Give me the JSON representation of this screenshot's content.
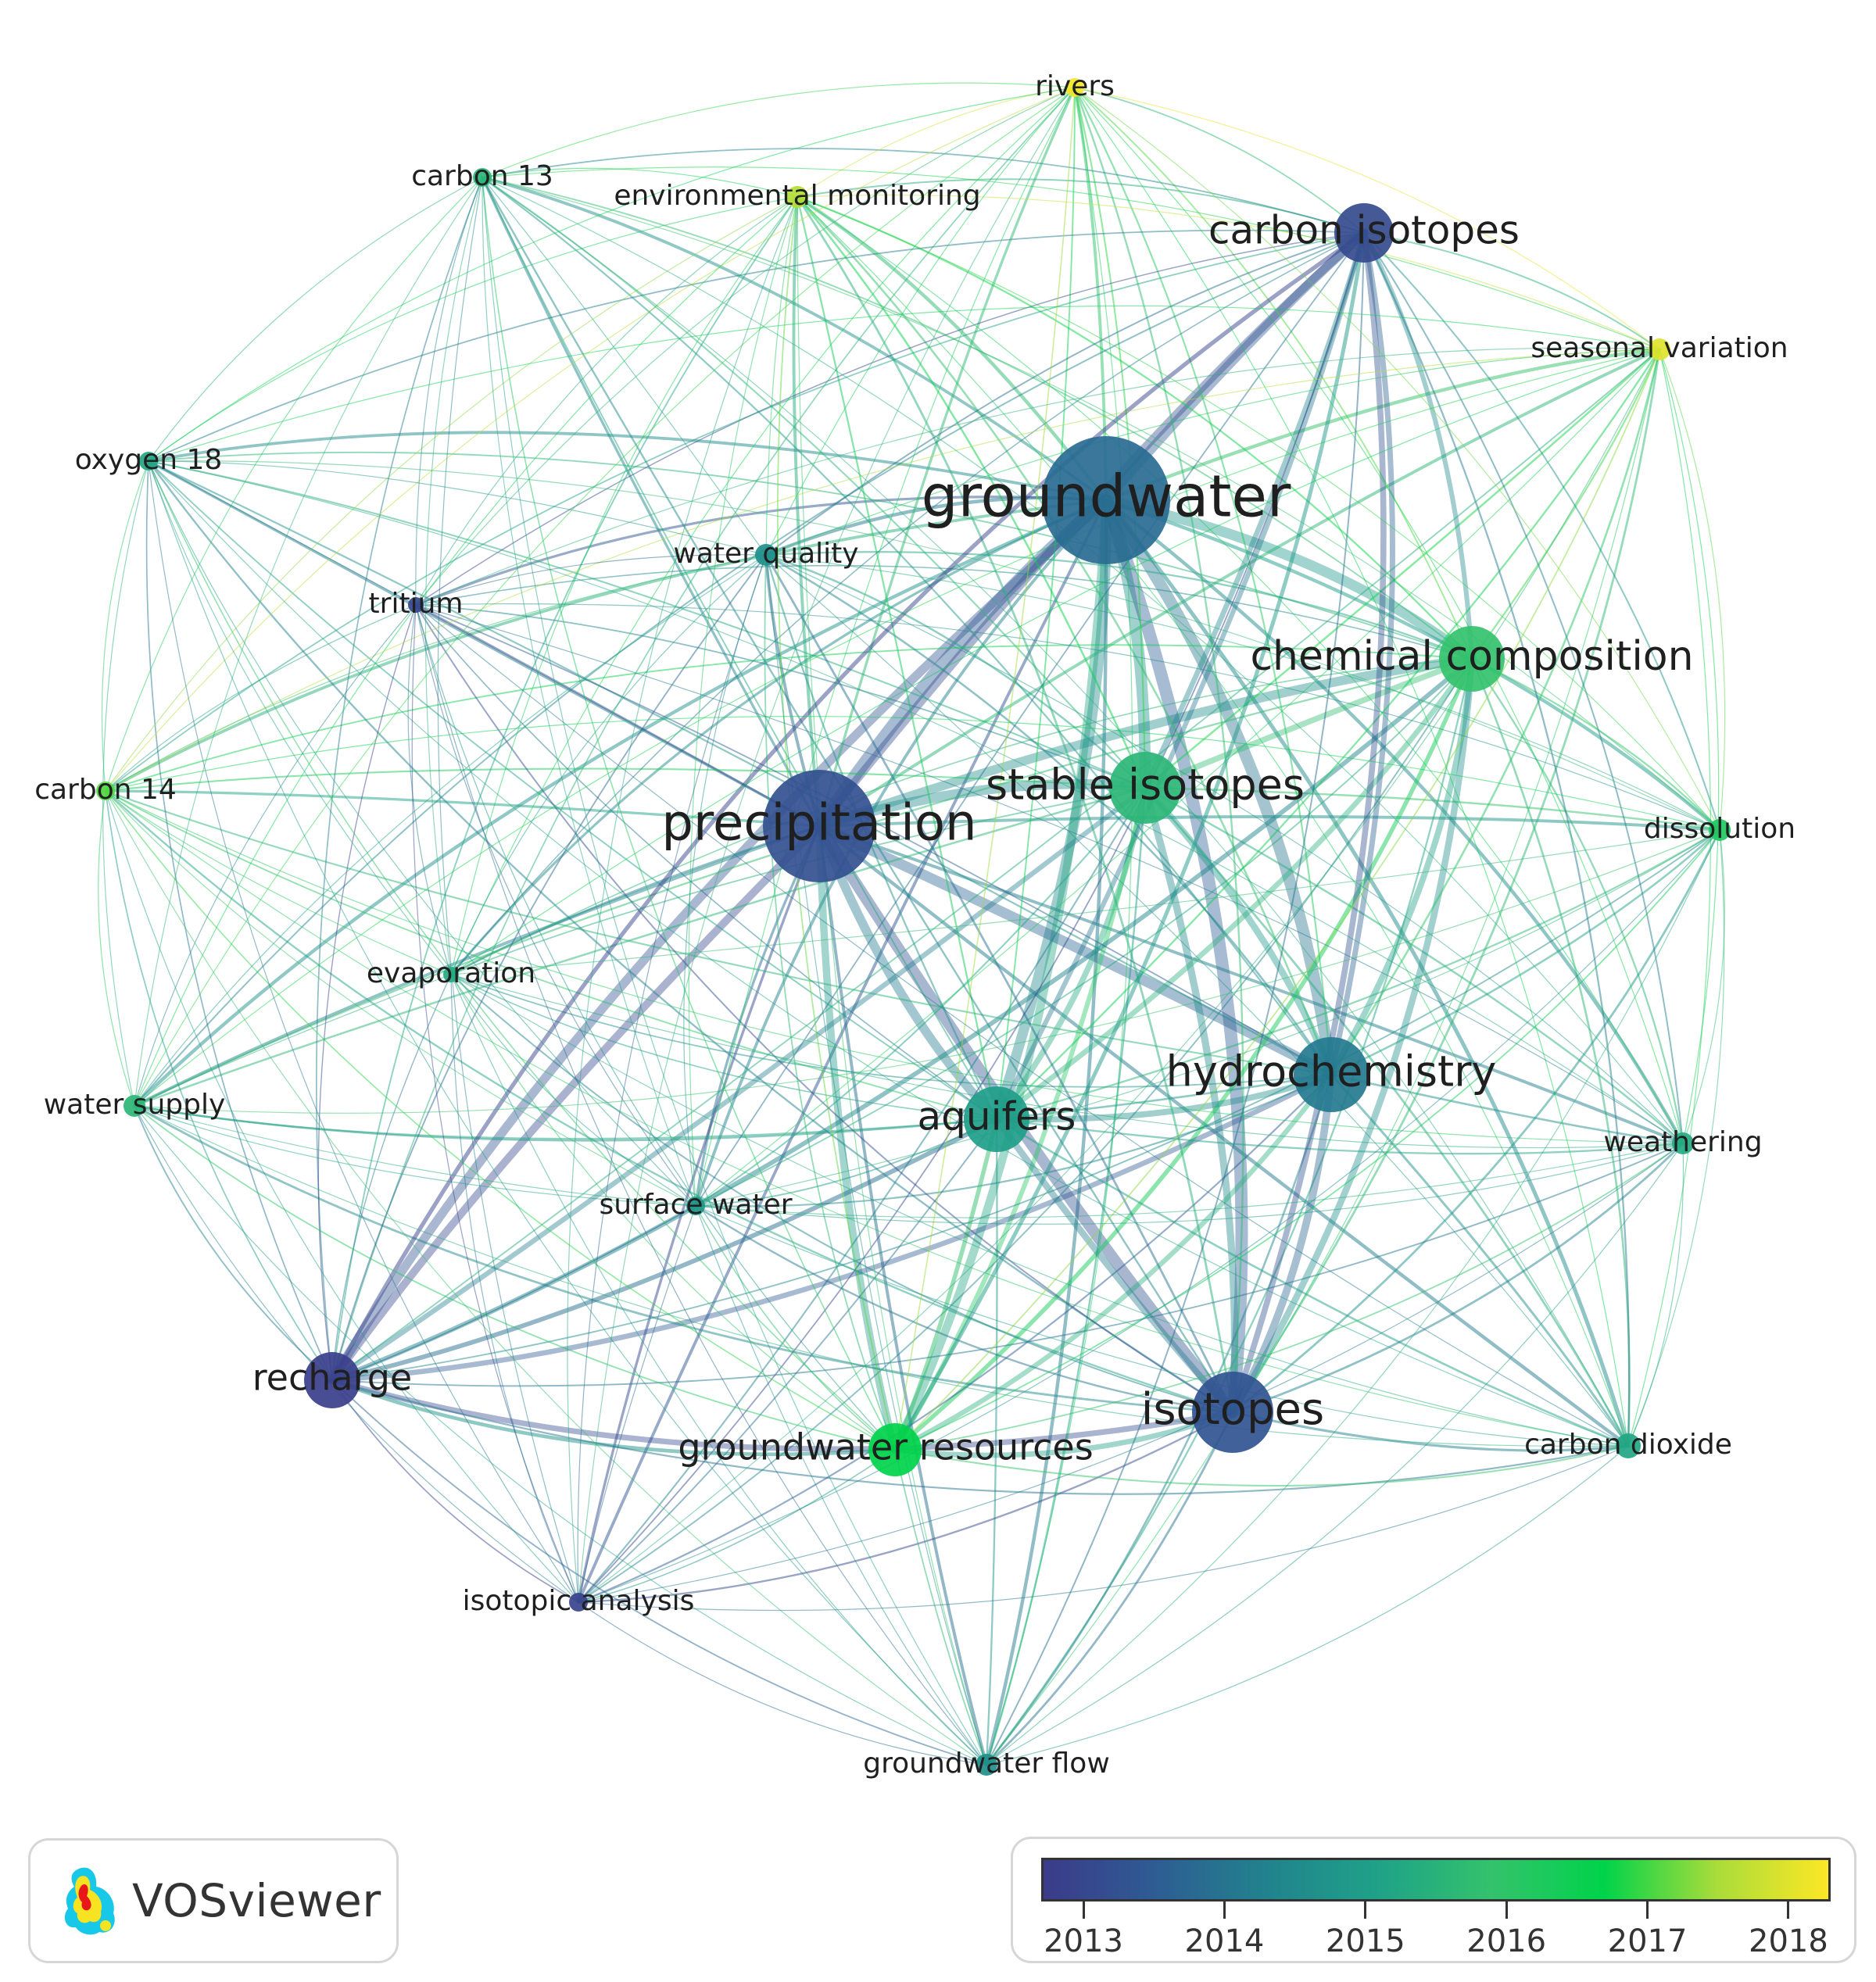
{
  "nodes": [
    {
      "id": "groundwater",
      "label": "groundwater",
      "year": 2013.8
    },
    {
      "id": "precipitation",
      "label": "precipitation",
      "year": 2013.2
    },
    {
      "id": "stable_isotopes",
      "label": "stable isotopes",
      "year": 2015.6
    },
    {
      "id": "chemical_composition",
      "label": "chemical composition",
      "year": 2015.9
    },
    {
      "id": "hydrochemistry",
      "label": "hydrochemistry",
      "year": 2014.1
    },
    {
      "id": "aquifers",
      "label": "aquifers",
      "year": 2015.0
    },
    {
      "id": "isotopes",
      "label": "isotopes",
      "year": 2013.3
    },
    {
      "id": "carbon_isotopes",
      "label": "carbon isotopes",
      "year": 2013.1
    },
    {
      "id": "recharge",
      "label": "recharge",
      "year": 2012.8
    },
    {
      "id": "groundwater_resources",
      "label": "groundwater resources",
      "year": 2016.7
    },
    {
      "id": "rivers",
      "label": "rivers",
      "year": 2018.2
    },
    {
      "id": "environmental_monitoring",
      "label": "environmental monitoring",
      "year": 2017.6
    },
    {
      "id": "seasonal_variation",
      "label": "seasonal variation",
      "year": 2018.0
    },
    {
      "id": "carbon_13",
      "label": "carbon 13",
      "year": 2015.6
    },
    {
      "id": "oxygen_18",
      "label": "oxygen 18",
      "year": 2015.2
    },
    {
      "id": "water_quality",
      "label": "water quality",
      "year": 2014.6
    },
    {
      "id": "tritium",
      "label": "tritium",
      "year": 2013.0
    },
    {
      "id": "carbon_14",
      "label": "carbon 14",
      "year": 2017.1
    },
    {
      "id": "dissolution",
      "label": "dissolution",
      "year": 2016.2
    },
    {
      "id": "evaporation",
      "label": "evaporation",
      "year": 2015.3
    },
    {
      "id": "water_supply",
      "label": "water supply",
      "year": 2015.6
    },
    {
      "id": "weathering",
      "label": "weathering",
      "year": 2015.3
    },
    {
      "id": "surface_water",
      "label": "surface water",
      "year": 2014.8
    },
    {
      "id": "carbon_dioxide",
      "label": "carbon dioxide",
      "year": 2015.2
    },
    {
      "id": "isotopic_analysis",
      "label": "isotopic analysis",
      "year": 2012.9
    },
    {
      "id": "groundwater_flow",
      "label": "groundwater flow",
      "year": 2014.6
    }
  ],
  "legend": {
    "min_year": 2012.7,
    "max_year": 2018.3,
    "ticks": [
      "2013",
      "2014",
      "2015",
      "2016",
      "2017",
      "2018"
    ]
  },
  "brand": {
    "name": "VOSviewer"
  },
  "colors": {
    "scale": [
      "#3b3b8a",
      "#2e5c93",
      "#21838d",
      "#1fa288",
      "#34c26c",
      "#00d34a",
      "#a9dc3a",
      "#fde725"
    ]
  }
}
